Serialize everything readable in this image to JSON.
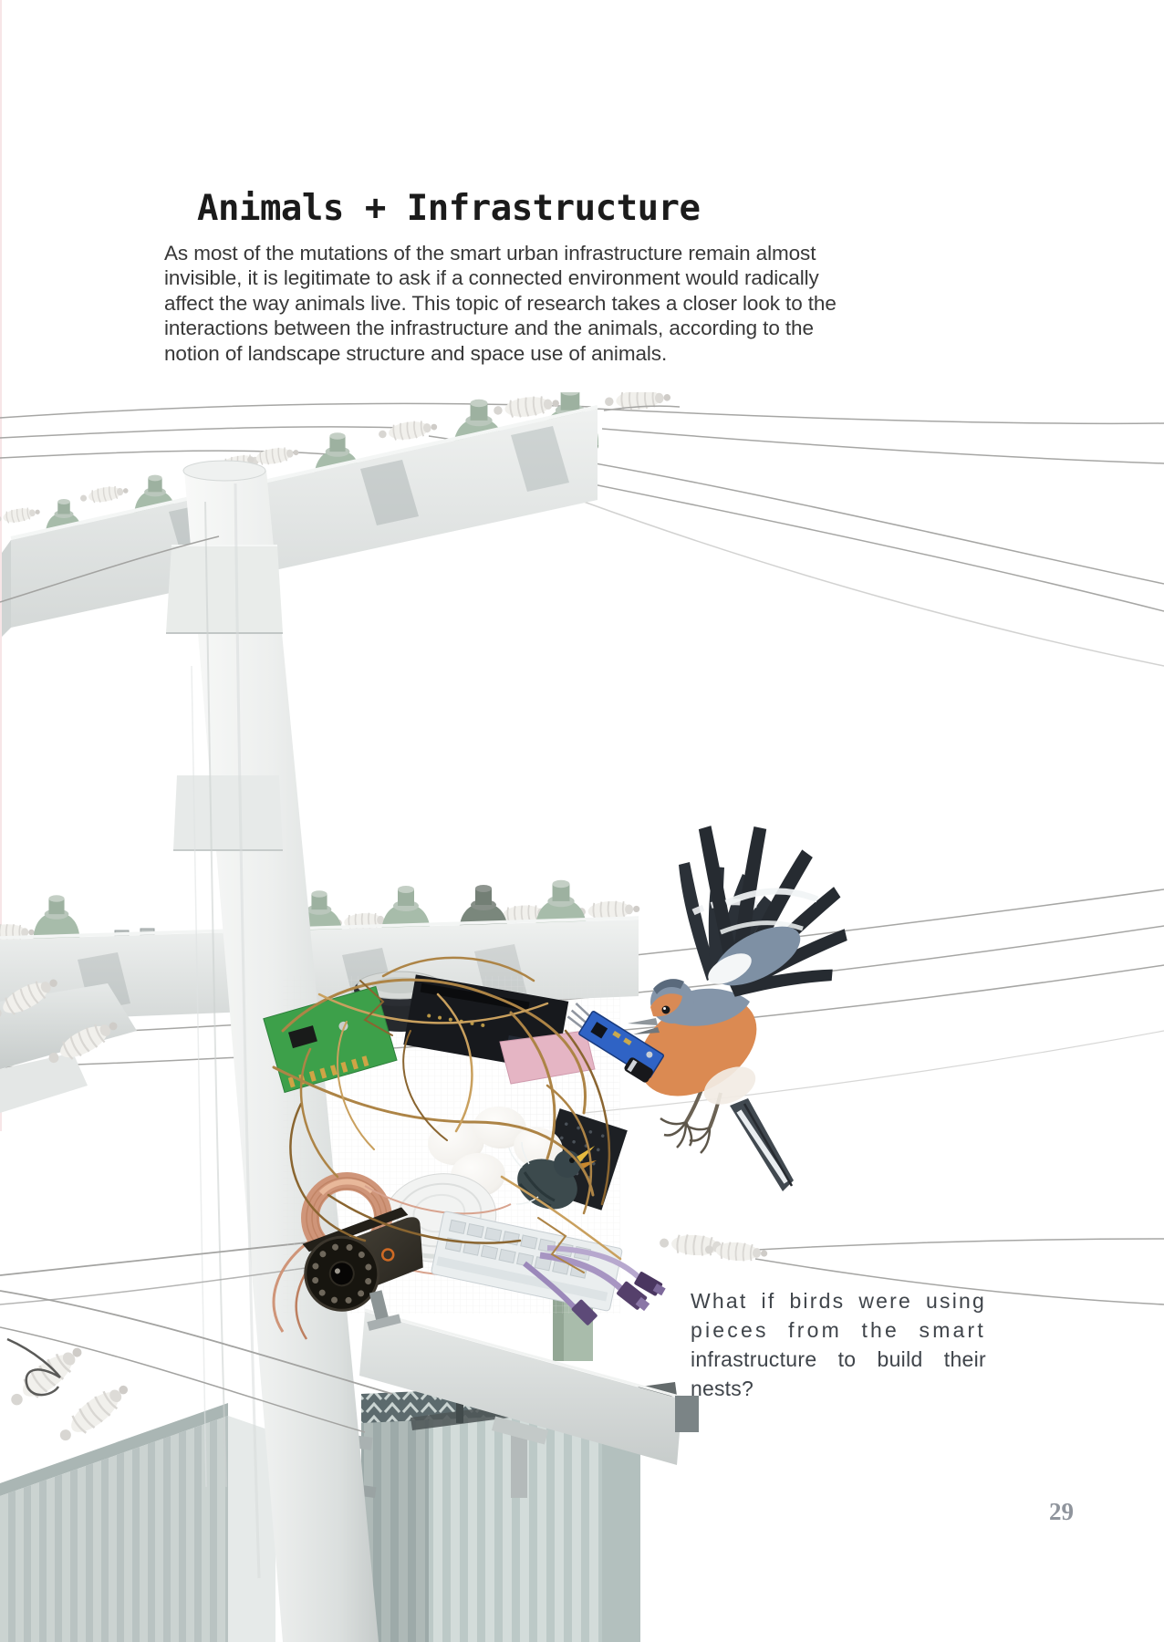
{
  "page": {
    "title": "Animals + Infrastructure",
    "body": "As most of the mutations of the smart urban infrastructure remain almost\ninvisible, it is legitimate to ask if a connected environment would radically\naffect the way animals live. This topic of research takes a closer look to the\ninteractions between the infrastructure and the animals, according to the\nnotion of landscape structure and space use of animals.",
    "caption_lines": [
      "What if birds were using",
      "pieces from the smart",
      "infrastructure to build their",
      "nests?"
    ],
    "page_number": "29"
  },
  "colors": {
    "title_text": "#1b1b1b",
    "body_text": "#383838",
    "caption_text": "#3f444a",
    "page_number": "#8f949c",
    "insulator_green": "#a7bcaa",
    "concrete_light": "#eef0ef",
    "concrete_shadow": "#c6cbca",
    "bird_orange": "#db8a52",
    "bird_head_blue_gray": "#8495a9",
    "wing_dark": "#262b31",
    "pcb_blue": "#2f63c5",
    "pcb_green": "#3da04a",
    "copper": "#cf9579",
    "straw": "#ad8446",
    "camera_body": "#36322b",
    "cable_purple": "#a795c2",
    "wire_gray": "#a6a6a4"
  }
}
